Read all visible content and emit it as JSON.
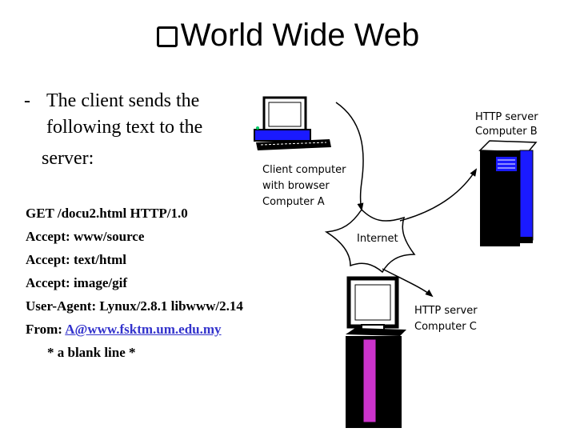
{
  "slide": {
    "title": "World Wide Web",
    "intro": {
      "dash": "-",
      "line1": "The client sends the",
      "line2": "following text to the",
      "line3": "server:"
    },
    "request_lines": [
      "GET /docu2.html HTTP/1.0",
      "Accept: www/source",
      "Accept: text/html",
      "Accept: image/gif",
      "User-Agent: Lynux/2.8.1 libwww/2.14"
    ],
    "from_label": "From: ",
    "from_link": "A@www.fsktm.um.edu.my",
    "blank_line": "* a blank line *"
  },
  "diagram": {
    "client_label": [
      "Client computer",
      "with browser",
      "Computer A"
    ],
    "internet_label": "Internet",
    "server_b_label": [
      "HTTP server",
      "Computer B"
    ],
    "server_c_label": [
      "HTTP server",
      "Computer C"
    ],
    "colors": {
      "server_b_blue": "#1a1aff",
      "server_c_magenta": "#cc33cc",
      "client_screen": "#1a1aff"
    }
  }
}
